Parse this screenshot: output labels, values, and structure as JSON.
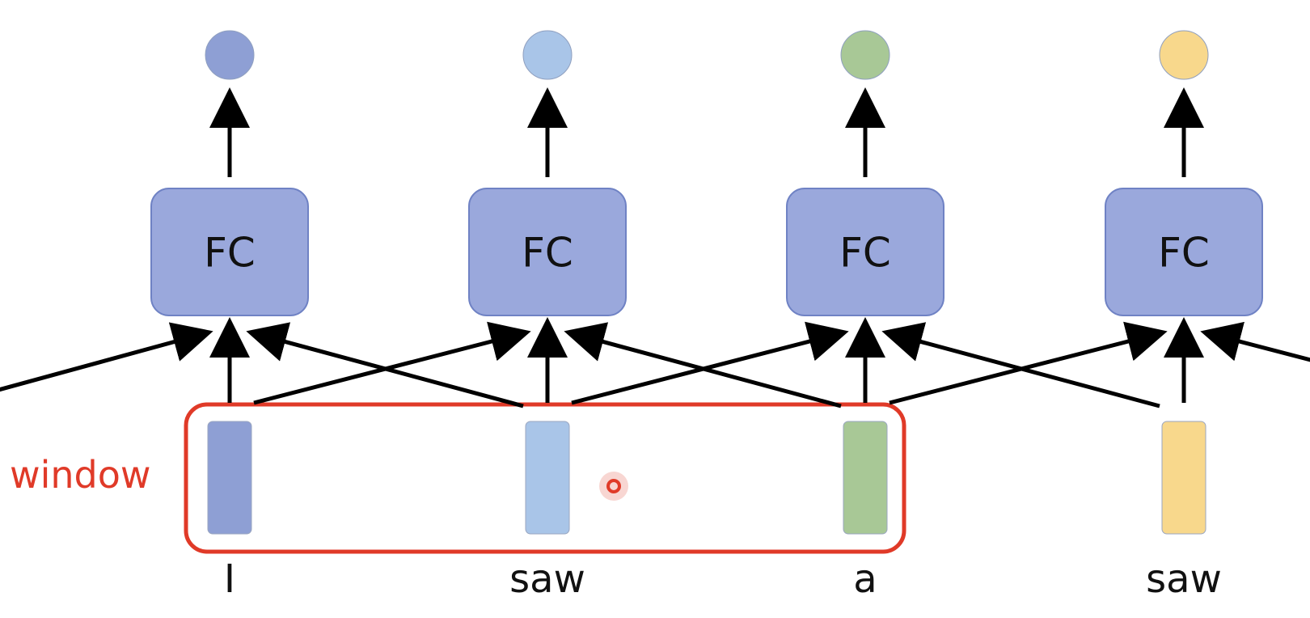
{
  "colors": {
    "fc_fill": "#9aa8dc",
    "fc_stroke": "#6f82c4",
    "arrow": "#000000",
    "window": "#e03a28",
    "cursor": "#e03a28"
  },
  "window_label": "window",
  "columns": [
    {
      "fc_label": "FC",
      "word": "I",
      "token_color": "#8e9fd4",
      "output_color": "#8e9fd4"
    },
    {
      "fc_label": "FC",
      "word": "saw",
      "token_color": "#a9c5e8",
      "output_color": "#a9c5e8"
    },
    {
      "fc_label": "FC",
      "word": "a",
      "token_color": "#a8c896",
      "output_color": "#a8c896"
    },
    {
      "fc_label": "FC",
      "word": "saw",
      "token_color": "#f8d88c",
      "output_color": "#f8d88c"
    }
  ],
  "window_span": [
    0,
    2
  ]
}
